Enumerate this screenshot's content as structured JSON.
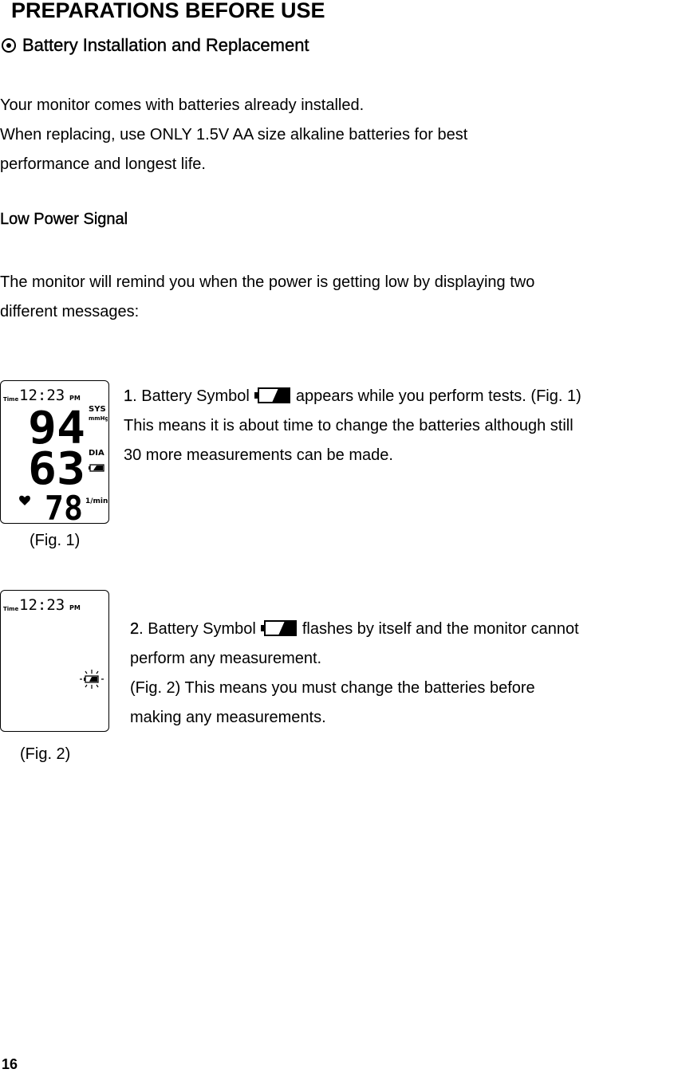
{
  "page": {
    "title": "PREPARATIONS BEFORE USE",
    "section_heading": "Battery Installation and Replacement",
    "intro_lines": [
      "Your monitor comes with batteries already installed.",
      "When replacing, use ONLY 1.5V AA size alkaline batteries for best",
      "performance and longest life."
    ],
    "low_power_heading": "Low Power Signal",
    "low_power_lines": [
      "The monitor will remind you when the power is getting low by displaying two",
      "different messages:"
    ],
    "page_number": "16"
  },
  "fig1": {
    "caption": "(Fig. 1)",
    "item_number": "1",
    "text_before_icon": ". Battery Symbol",
    "text_after_icon": "appears while you perform tests. (Fig. 1)",
    "lines": [
      "This means it is about time to change the batteries although still",
      "30 more measurements can be made."
    ],
    "display": {
      "time_label": "Time",
      "time": "12:23",
      "ampm": "PM",
      "sys_label": "SYS",
      "unit_label": "mmHg",
      "sys_value": "94",
      "dia_label": "DIA",
      "dia_value": "63",
      "pulse_value": "78",
      "pulse_unit": "1/min"
    }
  },
  "fig2": {
    "caption": "(Fig. 2)",
    "item_number": "2",
    "text_before_icon": ". Battery Symbol",
    "text_after_icon": "flashes by itself and the monitor cannot",
    "lines": [
      "perform any measurement.",
      "(Fig. 2) This means you must change the batteries before",
      "making any measurements."
    ],
    "display": {
      "time_label": "Time",
      "time": "12:23",
      "ampm": "PM"
    }
  },
  "icons": {
    "section_bullet": "circled-dot-icon",
    "battery": "low-battery-icon",
    "heart": "heart-icon",
    "flashing_battery": "flashing-battery-icon"
  }
}
